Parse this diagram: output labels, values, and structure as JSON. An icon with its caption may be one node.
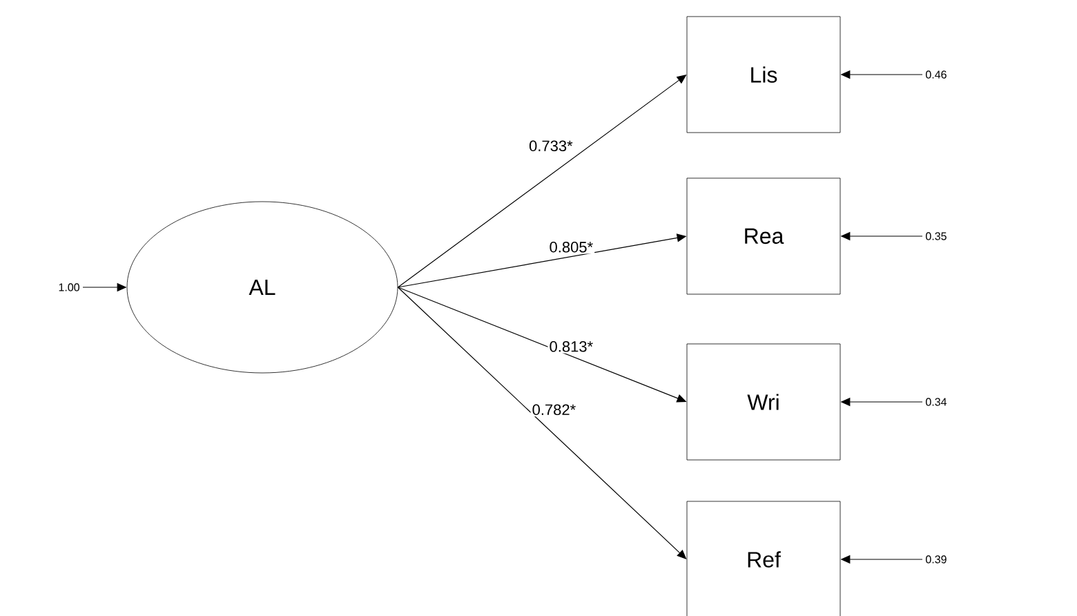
{
  "diagram": {
    "nodes": [
      {
        "text": [
          "AL"
        ]
      },
      {
        "text": [
          "Lis"
        ]
      },
      {
        "text": [
          "Rea"
        ]
      },
      {
        "text": [
          "Wri"
        ]
      },
      {
        "text": [
          "Ref"
        ]
      },
      {
        "text": [
          "1.00"
        ]
      },
      {
        "text": [
          "0.46"
        ]
      },
      {
        "text": [
          "0.35"
        ]
      },
      {
        "text": [
          "0.34"
        ]
      },
      {
        "text": [
          "0.39"
        ]
      }
    ],
    "edges": [
      {
        "from": 5,
        "to": 0,
        "arrow": "to"
      },
      {
        "from": 0,
        "to": 1,
        "arrow": "to",
        "label": "0.733*"
      },
      {
        "from": 0,
        "to": 2,
        "arrow": "to",
        "label": "0.805*"
      },
      {
        "from": 0,
        "to": 3,
        "arrow": "to",
        "label": "0.813*"
      },
      {
        "from": 0,
        "to": 4,
        "arrow": "to",
        "label": "0.782*"
      },
      {
        "from": 6,
        "to": 1,
        "arrow": "to"
      },
      {
        "from": 7,
        "to": 2,
        "arrow": "to"
      },
      {
        "from": 8,
        "to": 3,
        "arrow": "to"
      },
      {
        "from": 9,
        "to": 4,
        "arrow": "to"
      }
    ]
  }
}
